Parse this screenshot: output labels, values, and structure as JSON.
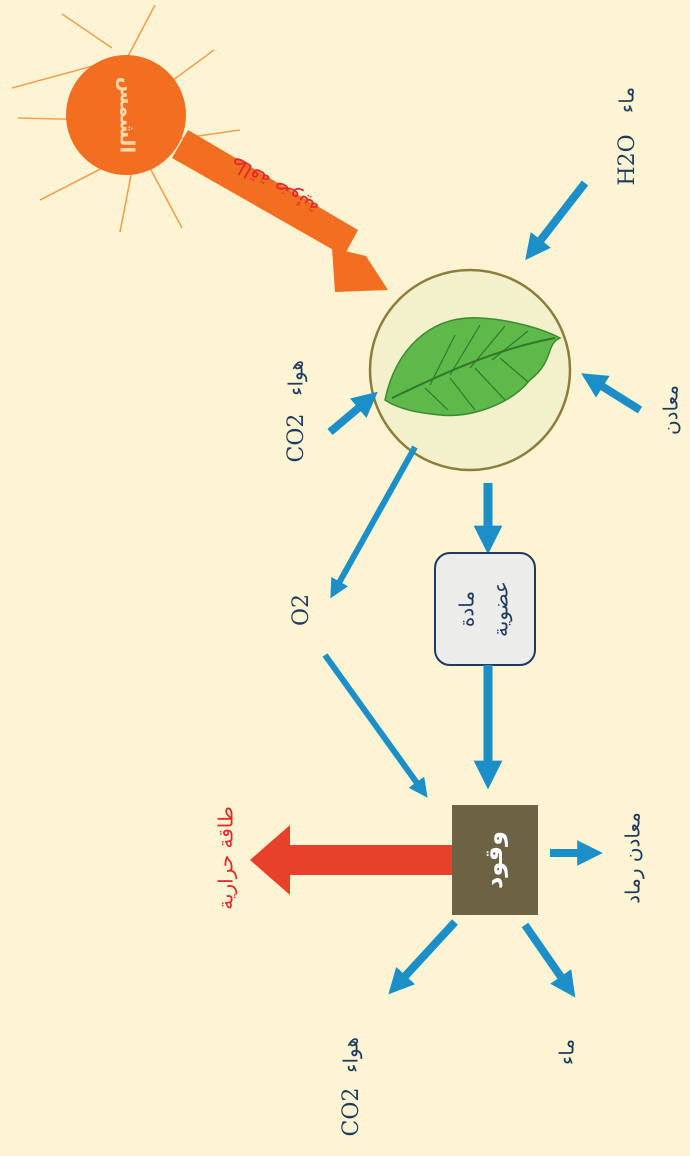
{
  "colors": {
    "background": "#fdf4d3",
    "sun": "#f26f21",
    "arrow_blue": "#1c8ec8",
    "heat_red": "#e8412b",
    "leaf_circle": "#f3f1cc",
    "leaf_green": "#5fb84a",
    "fuel_box": "#6b6343",
    "label_blue": "#1f3a5f",
    "label_red": "#e8262b"
  },
  "sun": {
    "label": "الشمس"
  },
  "light_energy": {
    "label": "طاقة ضوئية"
  },
  "plant": {
    "water_label": "ماء",
    "water_formula": "H2O",
    "co2_formula": "CO2",
    "co2_label": "هواء",
    "minerals_label": "معادن"
  },
  "oxygen": {
    "label": "O2"
  },
  "organic_matter": {
    "line1": "مادة",
    "line2": "عضوية"
  },
  "fuel": {
    "label": "وقود",
    "heat_label": "طاقة حرارية",
    "ash_label": "معادن رماد",
    "co2_formula": "CO2",
    "co2_label": "هواء",
    "water_label": "ماء"
  }
}
